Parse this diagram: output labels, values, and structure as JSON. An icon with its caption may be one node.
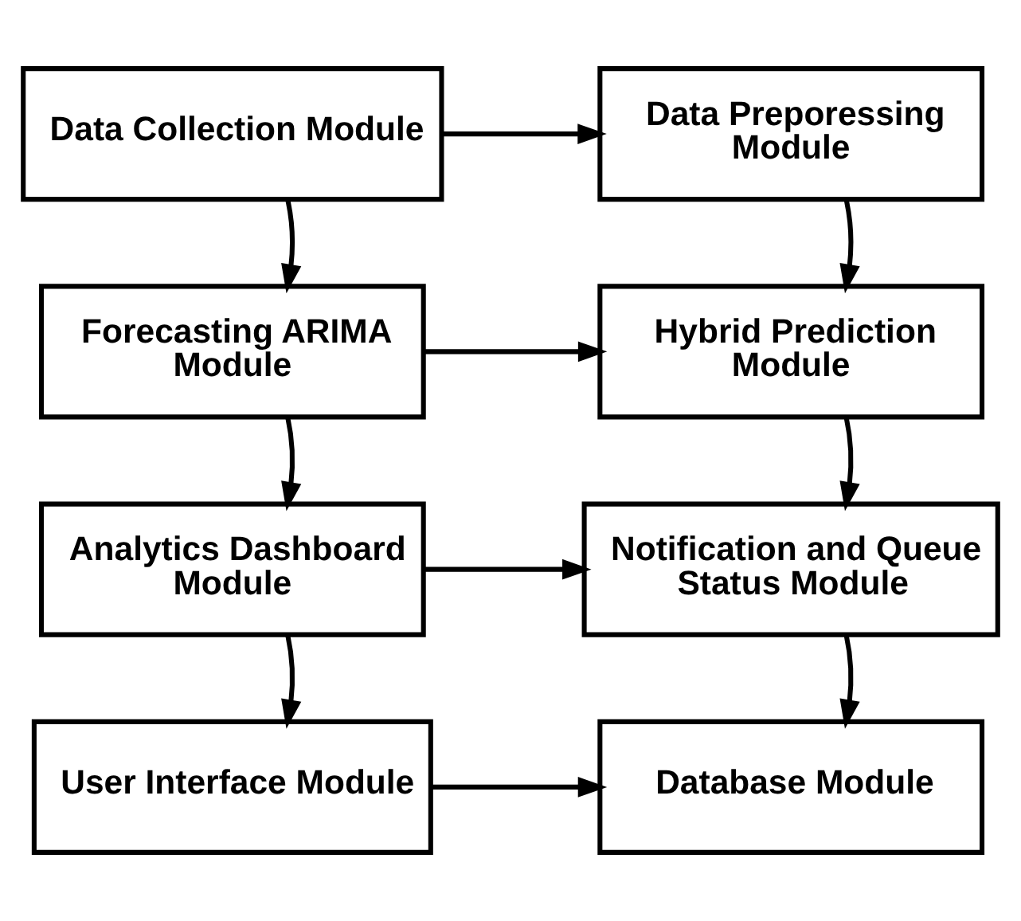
{
  "diagram": {
    "nodes": [
      {
        "text": [
          "Data Collection Module"
        ]
      },
      {
        "text": [
          "Data Preporessing Module"
        ]
      },
      {
        "text": [
          "Forecasting ARIMA Module"
        ]
      },
      {
        "text": [
          "Hybrid Prediction Module"
        ]
      },
      {
        "text": [
          "Analytics Dashboard Module"
        ]
      },
      {
        "text": [
          "Notification and Queue Status Module"
        ]
      },
      {
        "text": [
          "User Interface Module"
        ]
      },
      {
        "text": [
          "Database Module"
        ]
      }
    ],
    "edges": [
      {
        "from": 0,
        "to": 1,
        "arrow": "to"
      },
      {
        "from": 0,
        "to": 2,
        "arrow": "to"
      },
      {
        "from": 1,
        "to": 3,
        "arrow": "to"
      },
      {
        "from": 2,
        "to": 3,
        "arrow": "to"
      },
      {
        "from": 2,
        "to": 4,
        "arrow": "to"
      },
      {
        "from": 3,
        "to": 5,
        "arrow": "to"
      },
      {
        "from": 4,
        "to": 5,
        "arrow": "to"
      },
      {
        "from": 4,
        "to": 6,
        "arrow": "to"
      },
      {
        "from": 5,
        "to": 7,
        "arrow": "to"
      },
      {
        "from": 6,
        "to": 7,
        "arrow": "to"
      }
    ]
  }
}
